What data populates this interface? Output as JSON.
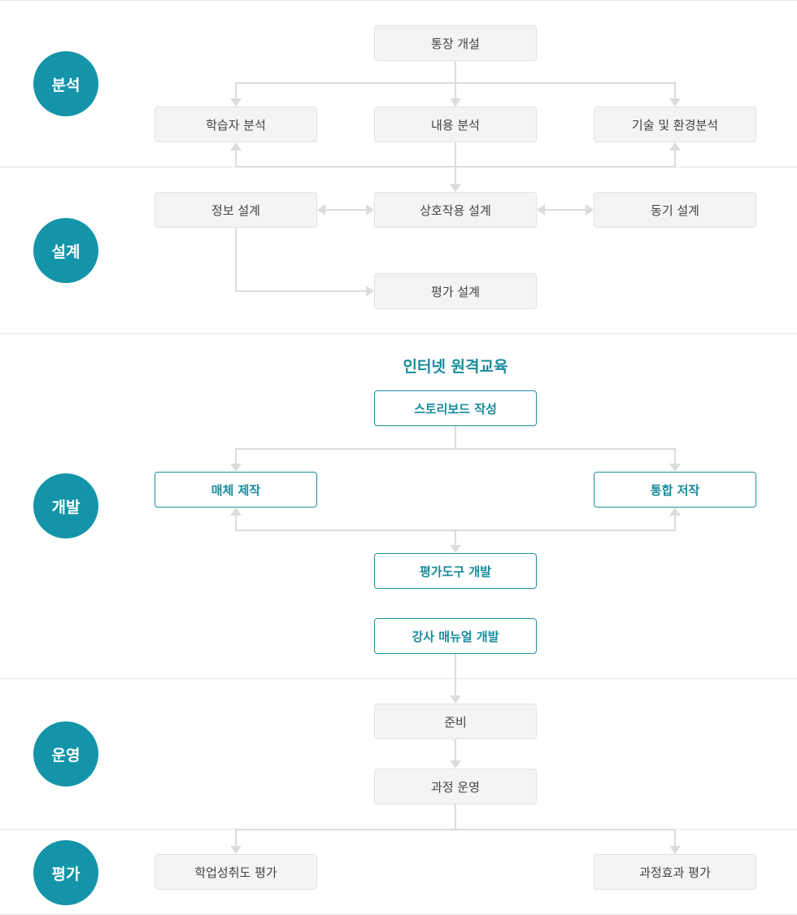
{
  "phases": {
    "analysis": "분석",
    "design": "설계",
    "development": "개발",
    "operation": "운영",
    "evaluation": "평가"
  },
  "boxes": {
    "account_open": "통장 개설",
    "learner_analysis": "학습자 분석",
    "content_analysis": "내용 분석",
    "tech_env_analysis": "기술 및 환경분석",
    "info_design": "정보 설계",
    "interaction_design": "상호작용 설계",
    "motivation_design": "동기 설계",
    "eval_design": "평가 설계",
    "storyboard": "스토리보드 작성",
    "media_production": "매체 제작",
    "integration_authoring": "통합 저작",
    "eval_tool_dev": "평가도구 개발",
    "instructor_manual": "강사 매뉴얼 개발",
    "preparation": "준비",
    "course_operation": "과정 운영",
    "achievement_eval": "학업성취도 평가",
    "course_effect_eval": "과정효과 평가"
  },
  "development_title": "인터넷 원격교육",
  "colors": {
    "accent": "#1394a9",
    "line": "#dcdcdc",
    "box_bg": "#f4f4f4"
  }
}
